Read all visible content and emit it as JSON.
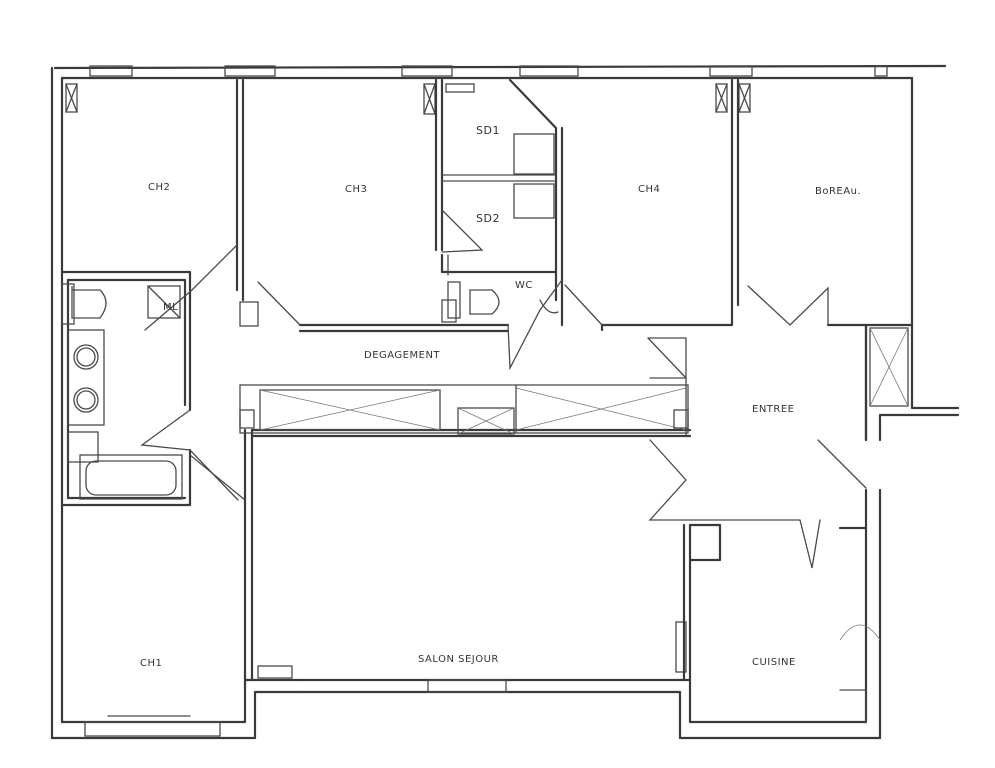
{
  "rooms": {
    "ch2": "CH2",
    "ch3": "CH3",
    "sd1": "SD1",
    "sd2": "SD2",
    "ch4": "CH4",
    "bureau": "BoREAu.",
    "ml": "ML",
    "wc": "WC",
    "degagement": "DEGAGEMENT",
    "entree": "ENTREE",
    "ch1": "CH1",
    "salon": "SALON SEJOUR",
    "cuisine": "CUISINE"
  }
}
